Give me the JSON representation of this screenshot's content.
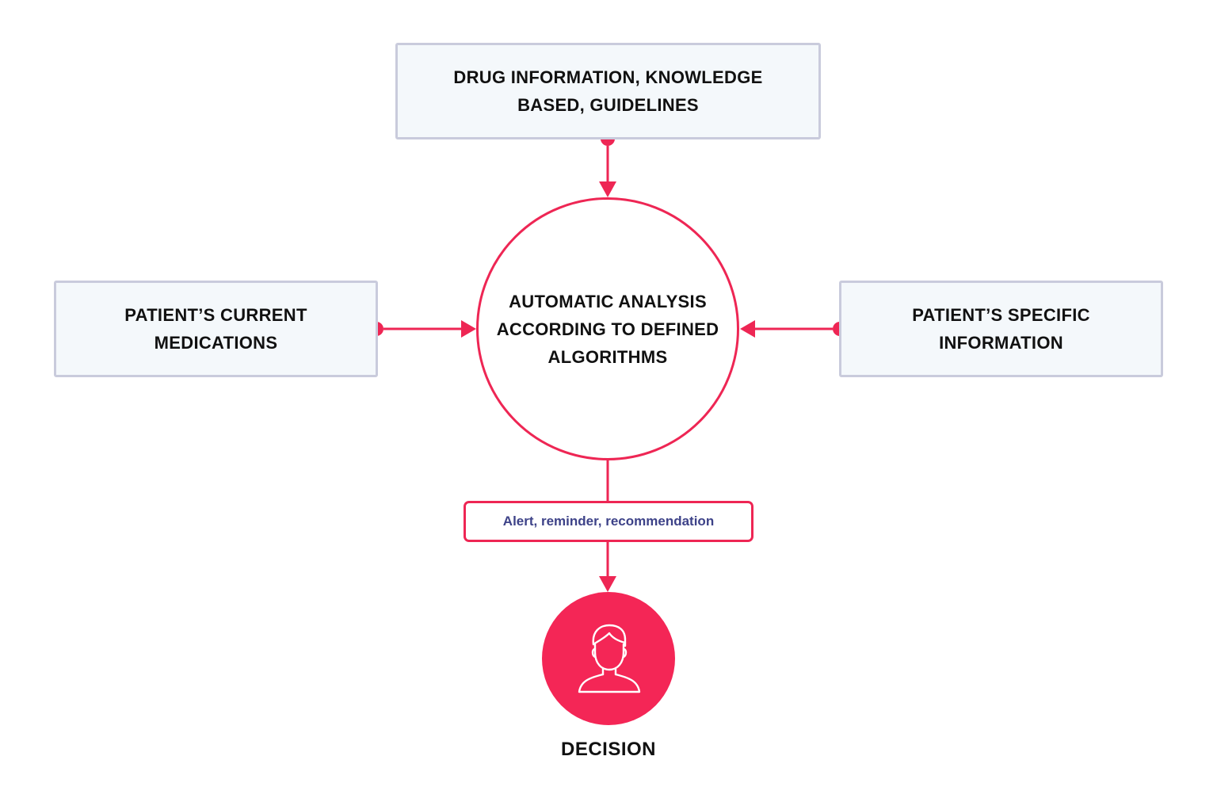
{
  "nodes": {
    "top_input": "DRUG INFORMATION, KNOWLEDGE BASED, GUIDELINES",
    "left_input": "PATIENT’S CURRENT MEDICATIONS",
    "right_input": "PATIENT’S SPECIFIC INFORMATION",
    "center": "AUTOMATIC ANALYSIS ACCORDING TO DEFINED ALGORITHMS",
    "output": "Alert, reminder, recommendation",
    "decision": "DECISION"
  },
  "icons": {
    "decision": "user-icon"
  },
  "colors": {
    "accent": "#f42656",
    "box_fill": "#f4f8fb",
    "box_border": "#c9cbdc",
    "output_text": "#3d4288",
    "text": "#111111"
  }
}
